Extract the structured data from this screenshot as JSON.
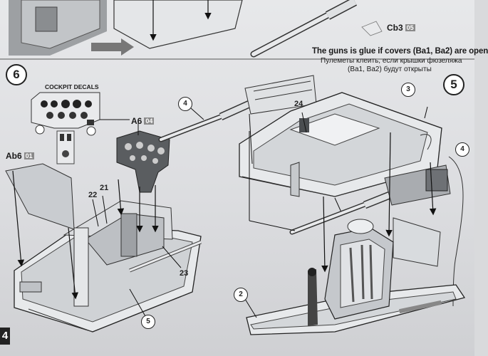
{
  "texts": {
    "cb3": "Cb3",
    "cb3_tag": "05",
    "note_en": "The guns is glue if covers (Ba1, Ba2) are open",
    "note_ru_1": "Пулеметы клеить, если крышки фюзеляжа",
    "note_ru_2": "(Ba1, Ba2) будут открыты",
    "cockpit_decals": "COCKPIT DECALS",
    "a6": "A6",
    "a6_tag": "04",
    "ab6": "Ab6",
    "ab6_tag": "01"
  },
  "steps": {
    "left": "6",
    "right": "5"
  },
  "callouts": {
    "c4_left": "4",
    "c3": "3",
    "c4_right": "4",
    "c2": "2",
    "c5": "5"
  },
  "part_numbers": {
    "n24": "24",
    "n22": "22",
    "n21": "21",
    "n23": "23"
  },
  "page_number": "4",
  "colors": {
    "ink": "#1a1a1a",
    "part_fill": "#eceef0",
    "badge": "#8a8a8a"
  }
}
